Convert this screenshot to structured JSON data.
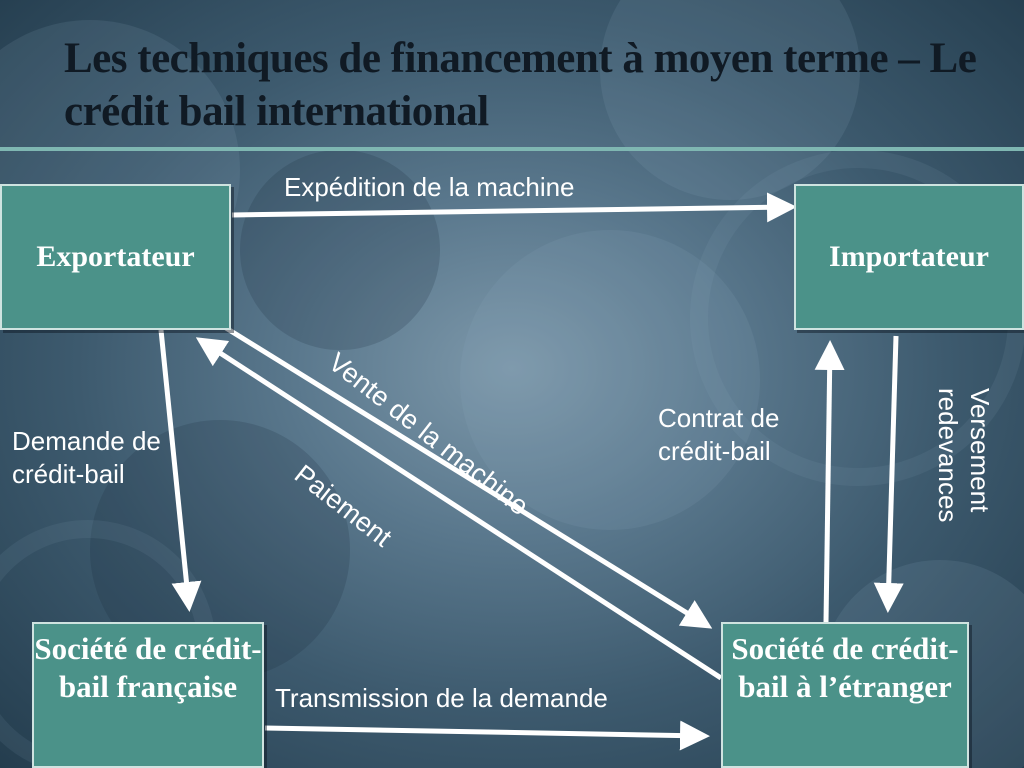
{
  "slide": {
    "title": "Les techniques de financement à moyen terme – Le crédit bail international"
  },
  "nodes": {
    "exportateur": "Exportateur",
    "importateur": "Importateur",
    "societe_fr": "Société de crédit-bail française",
    "societe_etr": "Société de crédit-bail à l’étranger"
  },
  "edges": {
    "expedition": "Expédition de la machine",
    "vente": "Vente de la machine",
    "paiement": "Paiement",
    "demande": "Demande de crédit-bail",
    "contrat": "Contrat de crédit-bail",
    "versement": "Versement redevances",
    "transmission": "Transmission de la demande"
  },
  "colors": {
    "node_fill": "#4b9289",
    "accent_rule": "#7fb7b2",
    "title_text": "#101a24",
    "arrow": "#ffffff"
  }
}
